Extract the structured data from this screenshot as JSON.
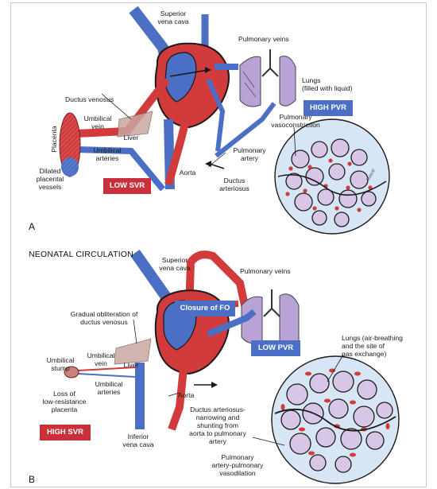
{
  "panel_a": {
    "letter": "A",
    "labels": {
      "superior_vena_cava": "Superior\nvena cava",
      "pulmonary_veins": "Pulmonary veins",
      "lungs": "Lungs\n(filled with liquid)",
      "ductus_venosus": "Ductus venosus",
      "umbilical_vein": "Umbilical\nvein",
      "liver": "Liver",
      "placenta": "Placenta",
      "umbilical_arteries": "Umbilical\narteries",
      "dilated_placental_vessels": "Dilated\nplacental\nvessels",
      "pulmonary_vasoconstriction": "Pulmonary\nvasoconstriction",
      "pulmonary_artery": "Pulmonary\nartery",
      "aorta": "Aorta",
      "ductus_arteriosus": "Ductus\narteriosus",
      "alveoli_small": "Alveoli"
    },
    "boxes": {
      "high_pvr": "HIGH PVR",
      "low_svr": "LOW SVR"
    }
  },
  "panel_b": {
    "letter": "B",
    "title": "NEONATAL CIRCULATION",
    "labels": {
      "superior_vena_cava": "Superior\nvena cava",
      "pulmonary_veins": "Pulmonary veins",
      "gradual_obliteration": "Gradual obliteration of\nductus venosus",
      "umbilical_vein": "Umbilical\nvein",
      "liver": "Liver",
      "umbilical_stump": "Umbilical\nstump",
      "umbilical_arteries": "Umbilical\narteries",
      "loss_placenta": "Loss of\nlow-resistance\nplacenta",
      "lungs": "Lungs (air-breathing\nand the site of\ngas exchange)",
      "aorta": "Aorta",
      "inferior_vena_cava": "Inferior\nvena cava",
      "ductus_arteriosus": "Ductus arteriosus-\nnarrowing and\nshunting from\naorta to pulmonary\nartery",
      "pulmonary_vasodilation": "Pulmonary\nartery-pulmonary\nvasodilation"
    },
    "boxes": {
      "closure_fo": "Closure of FO",
      "low_pvr": "LOW PVR",
      "high_svr": "HIGH SVR"
    }
  },
  "colors": {
    "blue": "#4a6fc4",
    "red": "#d23b3b",
    "purple": "#b9a2d6",
    "liver": "#c9a7a0",
    "alveolus_fill": "#d8c6e6",
    "circle_bg": "#d7e6f5",
    "box_red": "#c8303a",
    "box_blue": "#4a6fc4"
  }
}
